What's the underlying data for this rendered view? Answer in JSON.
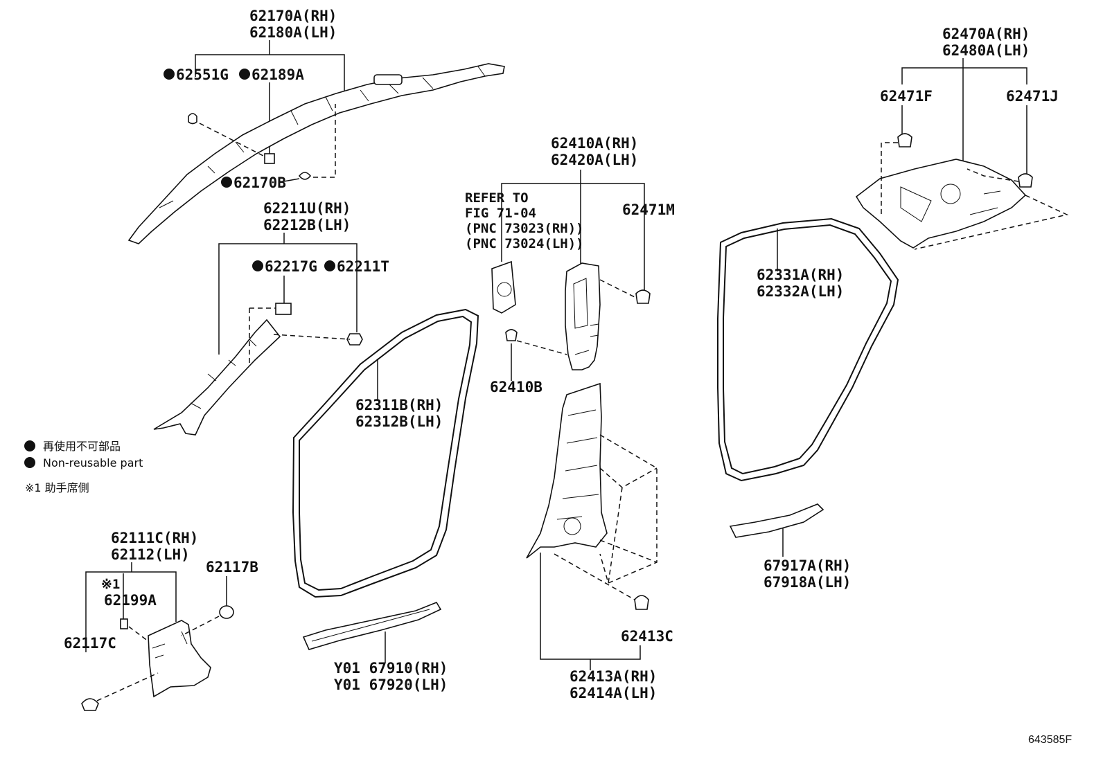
{
  "parts": {
    "p62170A": "62170A(RH)",
    "p62180A": "62180A(LH)",
    "p62551G": "62551G",
    "p62189A": "62189A",
    "p62170B": "62170B",
    "p62211U": "62211U(RH)",
    "p62212B": "62212B(LH)",
    "p62217G": "62217G",
    "p62211T": "62211T",
    "p62410A": "62410A(RH)",
    "p62420A": "62420A(LH)",
    "refer1": "REFER TO",
    "refer2": "FIG 71-04",
    "refer3": "(PNC 73023(RH))",
    "refer4": "(PNC 73024(LH))",
    "p62471M": "62471M",
    "p62410B": "62410B",
    "p62311B": "62311B(RH)",
    "p62312B": "62312B(LH)",
    "p62331A": "62331A(RH)",
    "p62332A": "62332A(LH)",
    "p62470A": "62470A(RH)",
    "p62480A": "62480A(LH)",
    "p62471F": "62471F",
    "p62471J": "62471J",
    "p62111C": "62111C(RH)",
    "p62112": "62112(LH)",
    "note1": "※1",
    "p62199A": "62199A",
    "p62117B": "62117B",
    "p62117C": "62117C",
    "pY0167910": "Y01 67910(RH)",
    "pY0167920": "Y01 67920(LH)",
    "p62413C": "62413C",
    "p62413A": "62413A(RH)",
    "p62414A": "62414A(LH)",
    "p67917A": "67917A(RH)",
    "p67918A": "67918A(LH)"
  },
  "legend": {
    "jp_nonreusable": "再使用不可部品",
    "en_nonreusable": "Non-reusable part",
    "note_passenger": "※1 助手席側"
  },
  "figure_id": "643585F"
}
